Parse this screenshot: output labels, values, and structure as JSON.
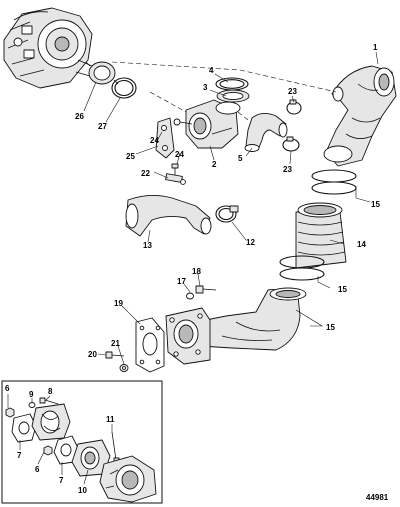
{
  "diagram_id": "44981",
  "callouts": {
    "c1": "1",
    "c2": "2",
    "c3": "3",
    "c4": "4",
    "c5": "5",
    "c6a": "6",
    "c6b": "6",
    "c7a": "7",
    "c7b": "7",
    "c8": "8",
    "c9": "9",
    "c10": "10",
    "c11": "11",
    "c12": "12",
    "c13": "13",
    "c14": "14",
    "c15a": "15",
    "c15b": "15",
    "c15c": "15",
    "c17": "17",
    "c18": "18",
    "c19": "19",
    "c20": "20",
    "c21": "21",
    "c22": "22",
    "c23a": "23",
    "c23b": "23",
    "c24a": "24",
    "c24b": "24",
    "c25": "25",
    "c26": "26",
    "c27": "27"
  }
}
